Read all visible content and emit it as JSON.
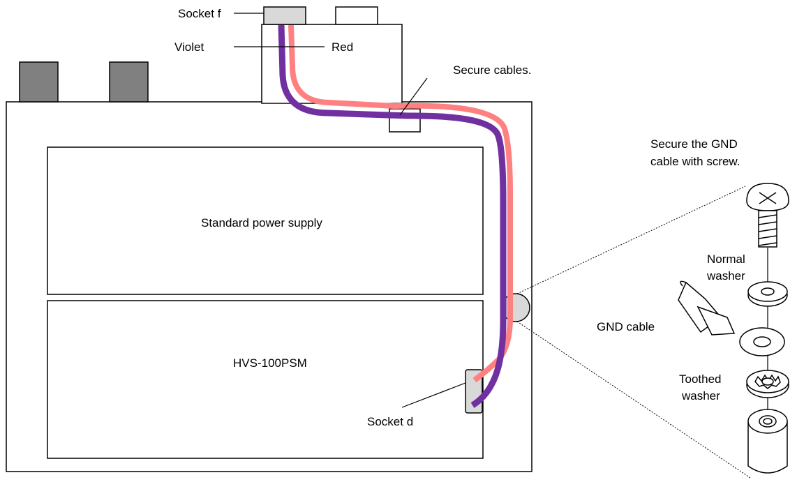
{
  "labels": {
    "socket_f": "Socket f",
    "violet": "Violet",
    "red": "Red",
    "secure_cables": "Secure cables.",
    "secure_gnd_line1": "Secure the GND",
    "secure_gnd_line2": "cable with screw.",
    "standard_power_supply": "Standard power supply",
    "hvs_module": "HVS-100PSM",
    "socket_d": "Socket d",
    "normal_washer_line1": "Normal",
    "normal_washer_line2": "washer",
    "gnd_cable": "GND cable",
    "toothed_washer_line1": "Toothed",
    "toothed_washer_line2": "washer"
  },
  "colors": {
    "violet_cable": "#7030a0",
    "red_cable": "#ff8080",
    "socket_fill": "#d9d9d9",
    "block_fill": "#808080",
    "outline": "#000000"
  }
}
